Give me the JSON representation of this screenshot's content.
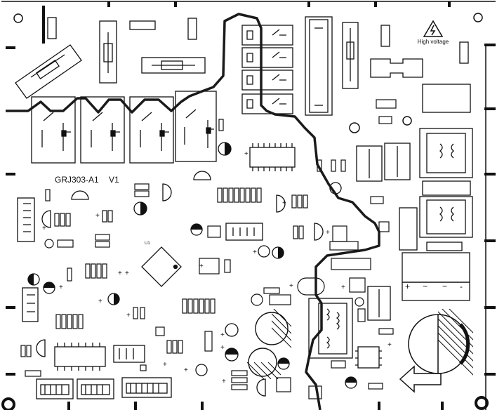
{
  "board": {
    "model_label": "GRJ303-A1",
    "version_label": "V1",
    "ic_label": "U1",
    "warning_label": "High voltage",
    "polarity_plus": "+",
    "polarity_tilde": "~",
    "polarity_minus": "-"
  },
  "colors": {
    "background": "#ffffff",
    "ink": "#111111",
    "trace": "#1a1a1a",
    "gray": "#b8b8b8"
  }
}
